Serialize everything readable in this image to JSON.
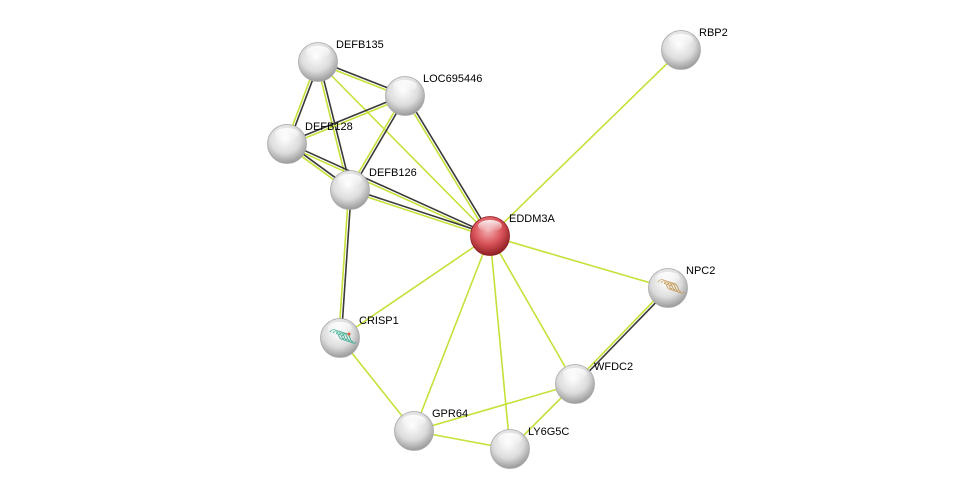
{
  "colors": {
    "query_node": "#d9545a",
    "node": "#e4e4e4",
    "edge_textmining": "#c7e03a",
    "edge_coexpression": "#3a3a3a"
  },
  "nodes": [
    {
      "id": "EDDM3A",
      "label": "EDDM3A",
      "query": true
    },
    {
      "id": "DEFB135",
      "label": "DEFB135"
    },
    {
      "id": "LOC695446",
      "label": "LOC695446"
    },
    {
      "id": "DEFB128",
      "label": "DEFB128"
    },
    {
      "id": "DEFB126",
      "label": "DEFB126"
    },
    {
      "id": "RBP2",
      "label": "RBP2"
    },
    {
      "id": "NPC2",
      "label": "NPC2",
      "structure": true
    },
    {
      "id": "CRISP1",
      "label": "CRISP1",
      "structure": true
    },
    {
      "id": "WFDC2",
      "label": "WFDC2"
    },
    {
      "id": "GPR64",
      "label": "GPR64"
    },
    {
      "id": "LY6G5C",
      "label": "LY6G5C"
    }
  ],
  "edges": [
    {
      "source": "DEFB135",
      "target": "LOC695446",
      "types": [
        "dark",
        "green"
      ]
    },
    {
      "source": "DEFB135",
      "target": "DEFB128",
      "types": [
        "dark",
        "green"
      ]
    },
    {
      "source": "DEFB135",
      "target": "DEFB126",
      "types": [
        "dark",
        "green"
      ]
    },
    {
      "source": "DEFB135",
      "target": "EDDM3A",
      "types": [
        "green"
      ]
    },
    {
      "source": "DEFB128",
      "target": "LOC695446",
      "types": [
        "dark",
        "green"
      ]
    },
    {
      "source": "DEFB128",
      "target": "DEFB126",
      "types": [
        "dark",
        "green"
      ]
    },
    {
      "source": "DEFB128",
      "target": "EDDM3A",
      "types": [
        "dark",
        "green"
      ]
    },
    {
      "source": "LOC695446",
      "target": "DEFB126",
      "types": [
        "dark",
        "green"
      ]
    },
    {
      "source": "LOC695446",
      "target": "EDDM3A",
      "types": [
        "dark",
        "green"
      ]
    },
    {
      "source": "DEFB126",
      "target": "EDDM3A",
      "types": [
        "dark",
        "green"
      ]
    },
    {
      "source": "DEFB126",
      "target": "CRISP1",
      "types": [
        "dark",
        "green"
      ]
    },
    {
      "source": "EDDM3A",
      "target": "RBP2",
      "types": [
        "green"
      ]
    },
    {
      "source": "EDDM3A",
      "target": "NPC2",
      "types": [
        "green"
      ]
    },
    {
      "source": "EDDM3A",
      "target": "CRISP1",
      "types": [
        "green"
      ]
    },
    {
      "source": "EDDM3A",
      "target": "WFDC2",
      "types": [
        "green"
      ]
    },
    {
      "source": "EDDM3A",
      "target": "GPR64",
      "types": [
        "green"
      ]
    },
    {
      "source": "EDDM3A",
      "target": "LY6G5C",
      "types": [
        "green"
      ]
    },
    {
      "source": "NPC2",
      "target": "WFDC2",
      "types": [
        "dark",
        "green"
      ]
    },
    {
      "source": "CRISP1",
      "target": "GPR64",
      "types": [
        "green"
      ]
    },
    {
      "source": "GPR64",
      "target": "WFDC2",
      "types": [
        "green"
      ]
    },
    {
      "source": "GPR64",
      "target": "LY6G5C",
      "types": [
        "green"
      ]
    },
    {
      "source": "LY6G5C",
      "target": "WFDC2",
      "types": [
        "green"
      ]
    }
  ]
}
